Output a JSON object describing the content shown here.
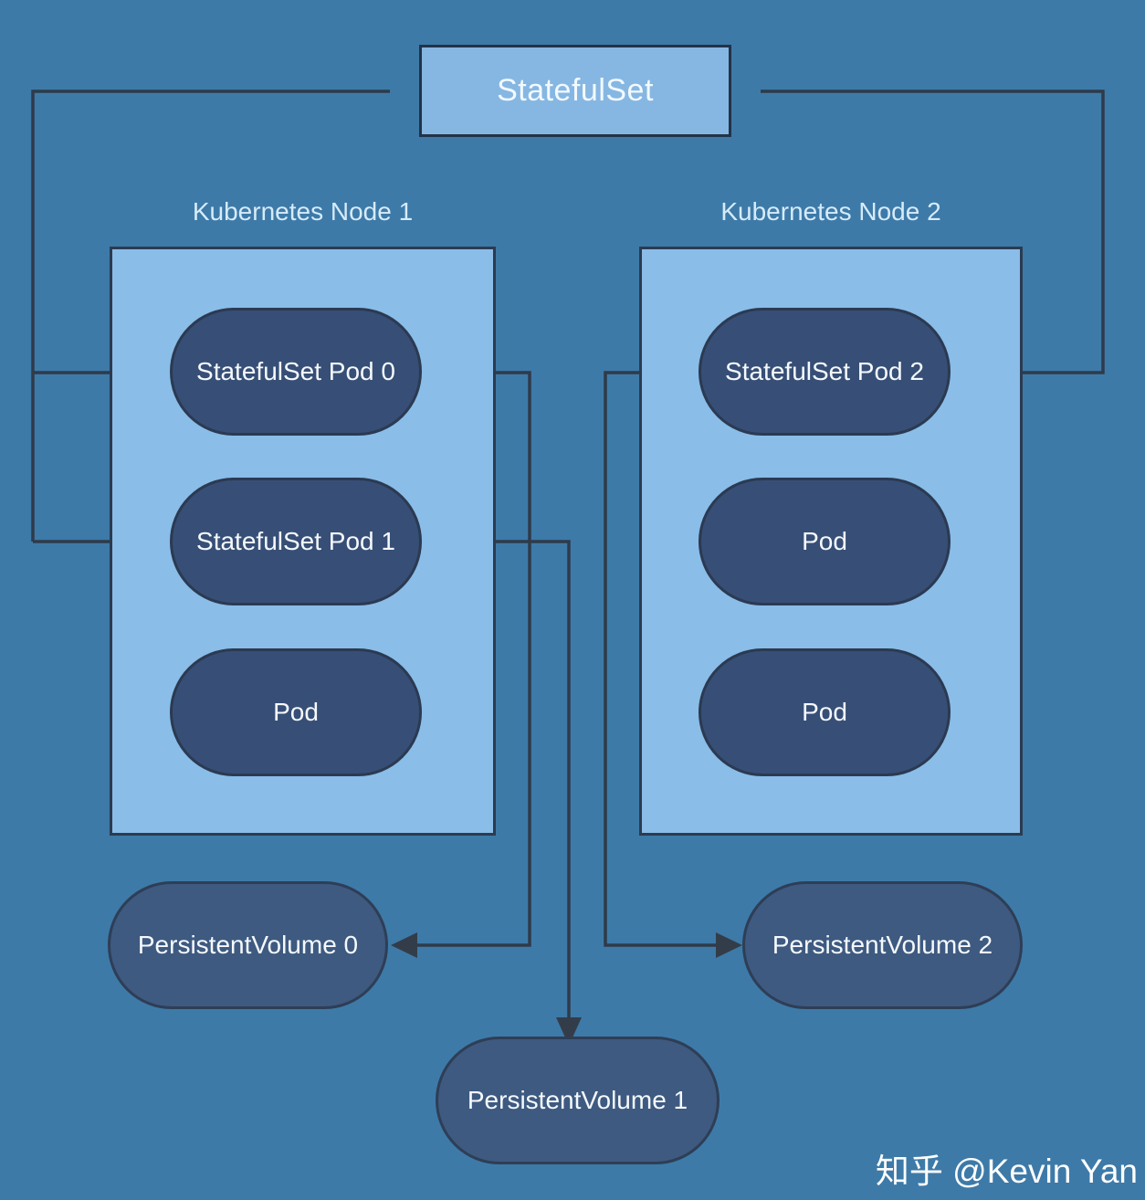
{
  "diagram": {
    "title": "StatefulSet",
    "nodes": [
      {
        "label": "Kubernetes Node 1",
        "pods": [
          {
            "label": "StatefulSet Pod 0"
          },
          {
            "label": "StatefulSet Pod 1"
          },
          {
            "label": "Pod"
          }
        ]
      },
      {
        "label": "Kubernetes Node 2",
        "pods": [
          {
            "label": "StatefulSet Pod 2"
          },
          {
            "label": "Pod"
          },
          {
            "label": "Pod"
          }
        ]
      }
    ],
    "volumes": [
      {
        "label": "PersistentVolume 0"
      },
      {
        "label": "PersistentVolume 1"
      },
      {
        "label": "PersistentVolume 2"
      }
    ],
    "edges": [
      {
        "from": "StatefulSet",
        "to": "StatefulSet Pod 0"
      },
      {
        "from": "StatefulSet",
        "to": "StatefulSet Pod 1"
      },
      {
        "from": "StatefulSet",
        "to": "StatefulSet Pod 2"
      },
      {
        "from": "StatefulSet Pod 0",
        "to": "PersistentVolume 0"
      },
      {
        "from": "StatefulSet Pod 1",
        "to": "PersistentVolume 1"
      },
      {
        "from": "StatefulSet Pod 2",
        "to": "PersistentVolume 2"
      }
    ],
    "watermark": "知乎 @Kevin Yan",
    "colors": {
      "background": "#3d7aa8",
      "node_fill": "#8abde8",
      "node_border": "#2b3b50",
      "statefulset_fill": "#86b7e2",
      "pod_fill": "#374f76",
      "volume_fill": "#3e5a80",
      "connector": "#2e3b4a",
      "title_text": "#f2f9ff",
      "node_label_text": "#d5ebfa",
      "pod_text": "#f5f9fd",
      "watermark_text": "#fdfdfd"
    }
  }
}
